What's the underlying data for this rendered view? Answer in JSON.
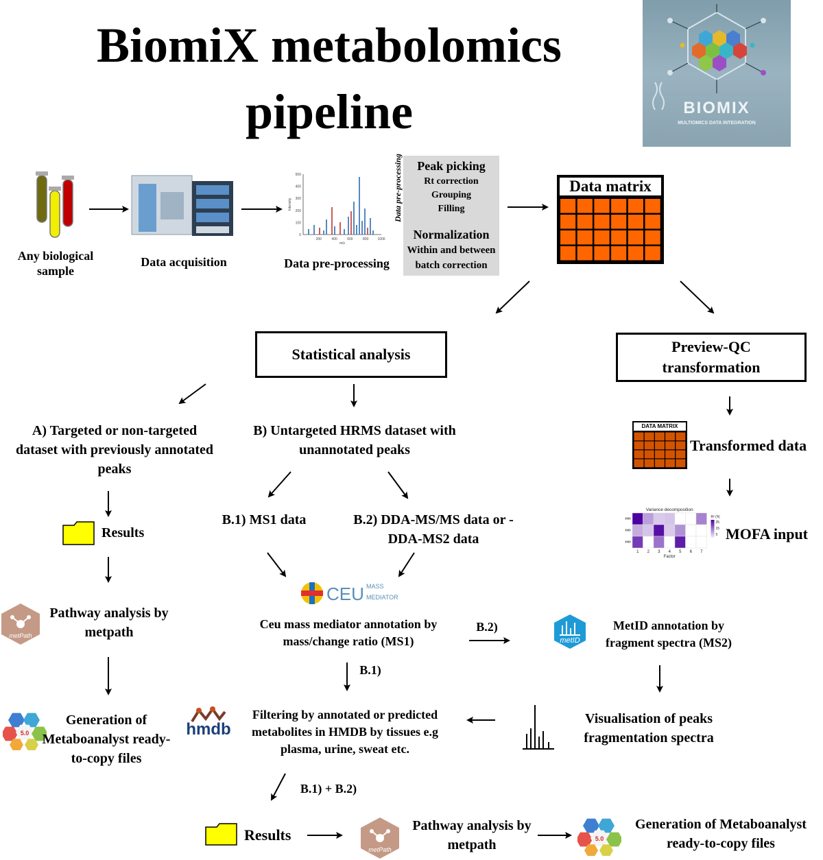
{
  "title": "BiomiX metabolomics pipeline",
  "logo": {
    "name": "BIOMIX",
    "subtitle": "MULTIOMICS DATA INTEGRATION"
  },
  "top_row": {
    "sample": "Any biological sample",
    "acquisition": "Data acquisition",
    "preprocessing": "Data pre-processing"
  },
  "preproc_box": {
    "side_label": "Data pre-processing",
    "peak_picking": "Peak picking",
    "rt": "Rt correction",
    "grouping": "Grouping",
    "filling": "Filling",
    "normalization": "Normalization",
    "within": "Within and between",
    "batch": "batch correction"
  },
  "data_matrix": "Data matrix",
  "statistical_analysis": "Statistical analysis",
  "preview_qc": "Preview-QC transformation",
  "branch_a": "A) Targeted or non-targeted dataset with previously annotated peaks",
  "branch_b": "B) Untargeted HRMS dataset with unannotated peaks",
  "b1": "B.1) MS1 data",
  "b2": "B.2) DDA-MS/MS data or -  DDA-MS2 data",
  "results": "Results",
  "pathway": "Pathway analysis by metpath",
  "generation": "Generation of Metaboanalyst ready-to-copy files",
  "ceu_logo": {
    "main": "CEU",
    "small1": "MASS",
    "small2": "MEDIATOR"
  },
  "ceu_annotation": "Ceu mass mediator annotation by mass/change ratio (MS1)",
  "b2_label": "B.2)",
  "b1_label": "B.1)",
  "metid_annotation": "MetID annotation by fragment spectra (MS2)",
  "metid_logo": "metID",
  "visualisation": "Visualisation of peaks fragmentation spectra",
  "filtering": "Filtering by annotated or predicted metabolites in HMDB by tissues e.g plasma, urine, sweat etc.",
  "hmdb_logo": "hmdb",
  "b1b2_label": "B.1) + B.2)",
  "results_bottom": "Results",
  "pathway_bottom": "Pathway analysis by metpath",
  "generation_bottom": "Generation of Metaboanalyst ready-to-copy files",
  "transformed_data": "Transformed data",
  "small_matrix_label": "DATA MATRIX",
  "mofa_input": "MOFA input",
  "metpath_logo": "metPath",
  "metaboanalyst_badge": "5.0",
  "heatmap": {
    "title": "Variance decomposition",
    "xlabel": "Factor",
    "factors": [
      "1",
      "2",
      "3",
      "4",
      "5",
      "6",
      "7"
    ],
    "legend_label": "R² (%)",
    "legend_ticks": [
      "25",
      "15",
      "5"
    ],
    "rows": [
      [
        30,
        8,
        2,
        3,
        0,
        0,
        12
      ],
      [
        6,
        3,
        28,
        2,
        10,
        0,
        0
      ],
      [
        22,
        0,
        14,
        0,
        26,
        0,
        0
      ]
    ]
  },
  "spectrum": {
    "xticks": [
      "200",
      "400",
      "600",
      "800",
      "1000"
    ],
    "yticks": [
      "500",
      "400",
      "300",
      "200",
      "100",
      "0"
    ],
    "xlabel": "m/z",
    "ylabel": "Intensity"
  }
}
